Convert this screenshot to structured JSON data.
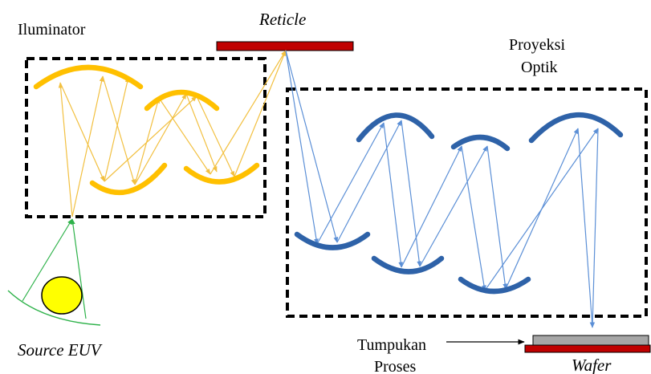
{
  "labels": {
    "illuminator": "Iluminator",
    "reticle": "Reticle",
    "projection_line1": "Proyeksi",
    "projection_line2": "Optik",
    "source": "Source EUV",
    "stack_line1": "Tumpukan",
    "stack_line2": "Proses",
    "wafer": "Wafer"
  },
  "colors": {
    "illuminator_mirrors": "#FFC000",
    "illuminator_rays": "#F2C040",
    "projection_mirrors": "#2E62A8",
    "projection_rays": "#5B8FD6",
    "source_rays": "#2EB24A",
    "source_ball": "#FFFF00",
    "reticle": "#C00000",
    "wafer": "#C00000",
    "stack": "#A6A6A6",
    "box_border": "#000000"
  }
}
